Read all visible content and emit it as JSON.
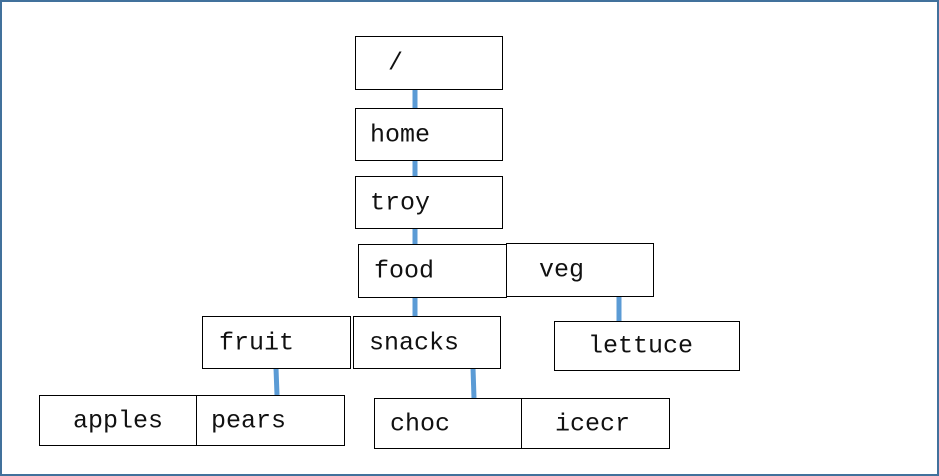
{
  "tree": {
    "nodes": [
      {
        "id": "root",
        "label": "/"
      },
      {
        "id": "home",
        "label": "home"
      },
      {
        "id": "troy",
        "label": "troy"
      },
      {
        "id": "food",
        "label": "food"
      },
      {
        "id": "veg",
        "label": "veg"
      },
      {
        "id": "fruit",
        "label": "fruit"
      },
      {
        "id": "snacks",
        "label": "snacks"
      },
      {
        "id": "lettuce",
        "label": "lettuce"
      },
      {
        "id": "apples",
        "label": "apples"
      },
      {
        "id": "pears",
        "label": "pears"
      },
      {
        "id": "choc",
        "label": "choc"
      },
      {
        "id": "icecr",
        "label": "icecr"
      }
    ]
  },
  "colors": {
    "connector": "#5b9bd5",
    "frame": "#41719c",
    "box_border": "#000000"
  }
}
